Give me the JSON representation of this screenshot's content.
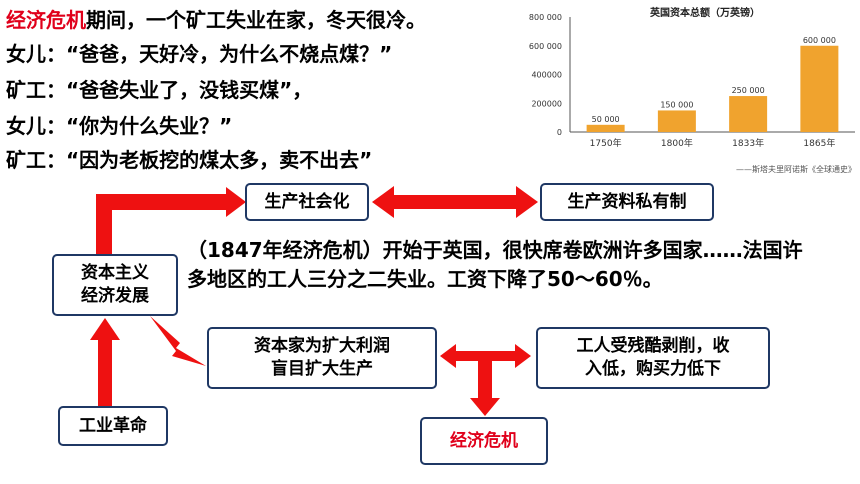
{
  "dialogue": {
    "line1_red": "经济危机",
    "line1_rest": "期间，一个矿工失业在家，冬天很冷。",
    "line2": "女儿：“爸爸，天好冷，为什么不烧点煤？”",
    "line3": "矿工：“爸爸失业了，没钱买煤”，",
    "line4": "女儿：“你为什么失业？”",
    "line5": "矿工：“因为老板挖的煤太多，卖不出去”"
  },
  "chart_data": {
    "type": "bar",
    "title": "英国资本总额（万英镑）",
    "categories": [
      "1750年",
      "1800年",
      "1833年",
      "1865年"
    ],
    "values": [
      50000,
      150000,
      250000,
      600000
    ],
    "data_labels": [
      "50 000",
      "150 000",
      "250 000",
      "600 000"
    ],
    "yticks": [
      "0",
      "200000",
      "400000",
      "600 000",
      "800 000"
    ],
    "ytick_values": [
      0,
      200000,
      400000,
      600000,
      800000
    ],
    "ylim": [
      0,
      800000
    ],
    "bar_color": "#f0a32e",
    "source": "——斯塔夫里阿诺斯《全球通史》"
  },
  "diagram": {
    "box_production_socialization": "生产社会化",
    "box_private_ownership": "生产资料私有制",
    "box_capitalism_line1": "资本主义",
    "box_capitalism_line2": "经济发展",
    "box_industrial_revolution": "工业革命",
    "box_expand_line1": "资本家为扩大利润",
    "box_expand_line2": "盲目扩大生产",
    "box_workers_line1": "工人受残酷剥削，收",
    "box_workers_line2": "入低，购买力低下",
    "box_crisis": "经济危机",
    "quote": "（1847年经济危机）开始于英国，很快席卷欧洲许多国家……法国许多地区的工人三分之二失业。工资下降了50～60％。"
  },
  "colors": {
    "arrow_red": "#ee1111",
    "box_border": "#1f3864",
    "crisis_text": "#e0001b"
  }
}
